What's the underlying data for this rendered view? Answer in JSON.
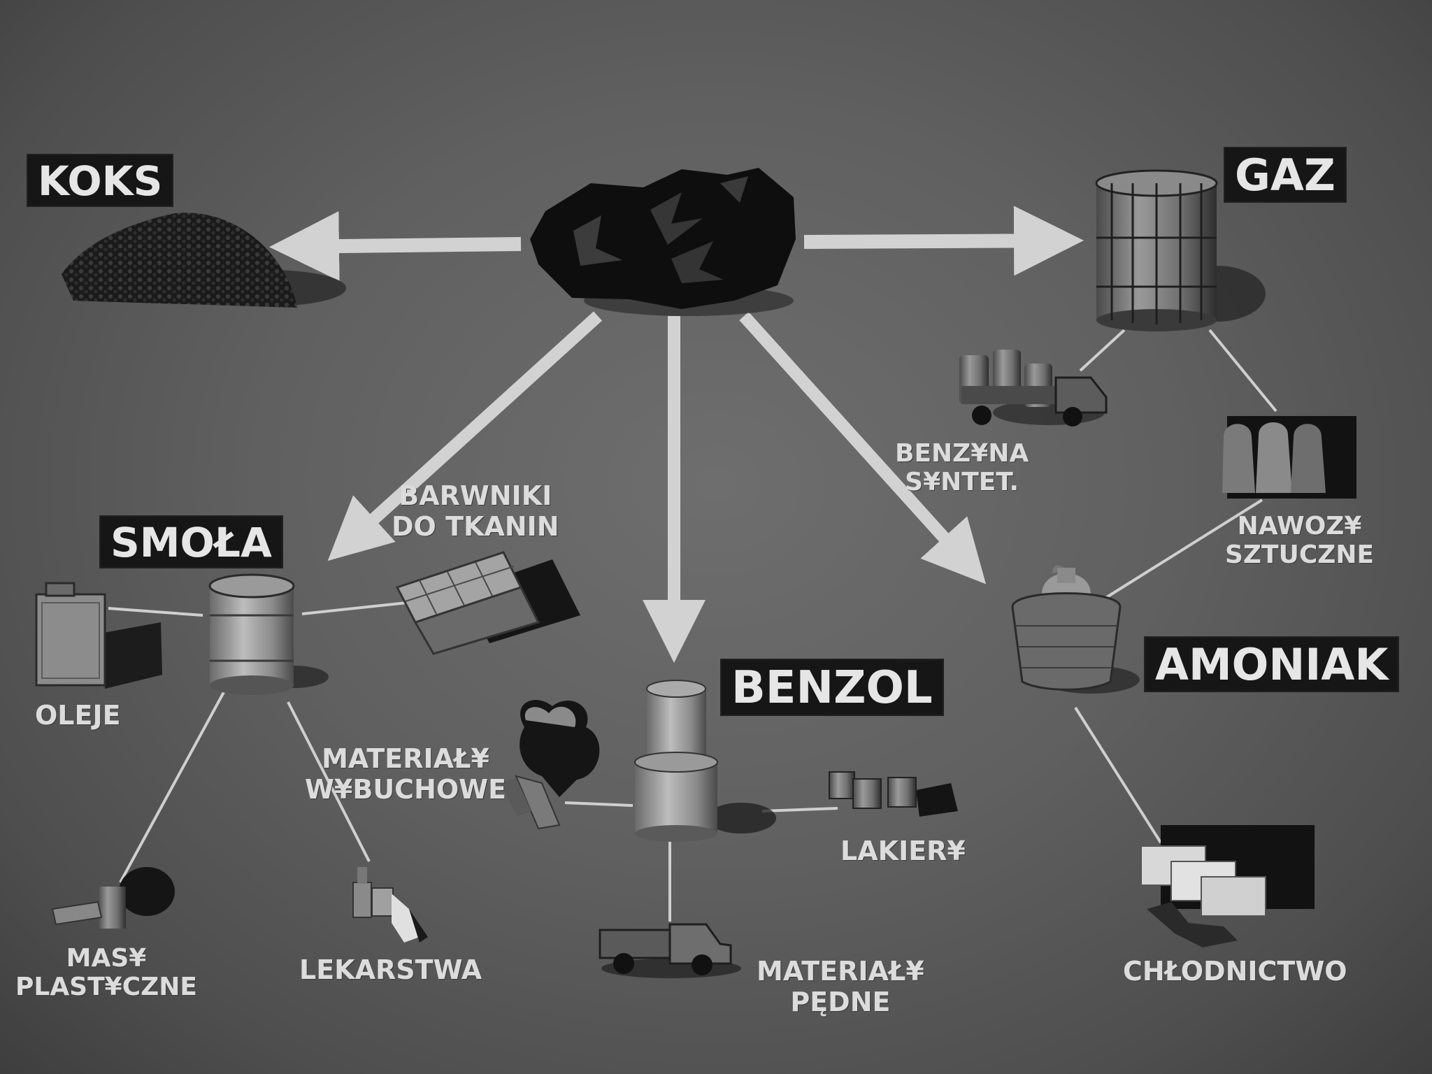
{
  "source": {
    "label": "coal"
  },
  "nodes": {
    "koks": "KOKS",
    "gaz": "GAZ",
    "smola": "SMOŁA",
    "benzol": "BENZOL",
    "amoniak": "AMONIAK"
  },
  "products": {
    "barwniki": [
      "BARWNIKI",
      "DO TKANIN"
    ],
    "benzyna": [
      "BENZ¥NA",
      "S¥NTET."
    ],
    "nawozy": [
      "NAWOZ¥",
      "SZTUCZNE"
    ],
    "oleje": "OLEJE",
    "materialy_wybuchowe": [
      "MATERIAŁ¥",
      "W¥BUCHOWE"
    ],
    "masy": [
      "MAS¥",
      "PLAST¥CZNE"
    ],
    "lekarstwa": "LEKARSTWA",
    "lakiery": "LAKIER¥",
    "materialy_pedne": [
      "MATERIAŁ¥",
      "PĘDNE"
    ],
    "chlodnictwo": "CHŁODNICTWO"
  },
  "colors": {
    "background": "#606060",
    "label_box": "#161616",
    "label_text": "#e6e6e6",
    "arrow": "#d2d2d2",
    "line": "#cfcfcf",
    "coal": "#0e0e0e"
  }
}
